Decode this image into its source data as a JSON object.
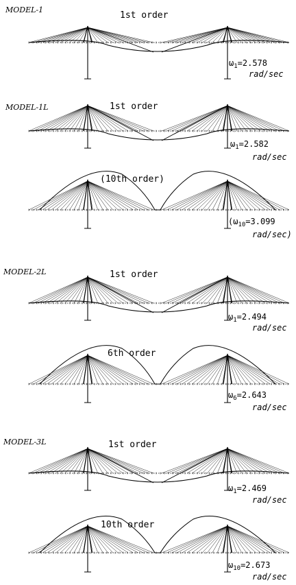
{
  "panels": [
    {
      "model": "MODEL-1",
      "order": "1st order",
      "omega_symbol": "ω",
      "omega_sub": "1",
      "omega_value": "=2.578",
      "unit": "rad/sec",
      "unit_close": "",
      "mode": "sym"
    },
    {
      "model": "MODEL-1L",
      "order": "1st order",
      "omega_symbol": "ω",
      "omega_sub": "1",
      "omega_value": "=2.582",
      "unit": "rad/sec",
      "unit_close": "",
      "mode": "sym"
    },
    {
      "model": "",
      "order": "(10th order)",
      "omega_symbol": "(ω",
      "omega_sub": "10",
      "omega_value": "=3.099",
      "unit": "rad/sec",
      "unit_close": ")",
      "mode": "anti"
    },
    {
      "model": "MODEL-2L",
      "order": "1st order",
      "omega_symbol": "ω",
      "omega_sub": "1",
      "omega_value": "=2.494",
      "unit": "rad/sec",
      "unit_close": "",
      "mode": "sym"
    },
    {
      "model": "",
      "order": "6th order",
      "omega_symbol": "ω",
      "omega_sub": "6",
      "omega_value": "=2.643",
      "unit": "rad/sec",
      "unit_close": "",
      "mode": "anti"
    },
    {
      "model": "MODEL-3L",
      "order": "1st order",
      "omega_symbol": "ω",
      "omega_sub": "1",
      "omega_value": "=2.469",
      "unit": "rad/sec",
      "unit_close": "",
      "mode": "sym"
    },
    {
      "model": "",
      "order": "10th order",
      "omega_symbol": "ω",
      "omega_sub": "10",
      "omega_value": "=2.673",
      "unit": "rad/sec",
      "unit_close": "",
      "mode": "anti"
    }
  ],
  "colors": {
    "ink": "#000000",
    "background": "#ffffff"
  }
}
